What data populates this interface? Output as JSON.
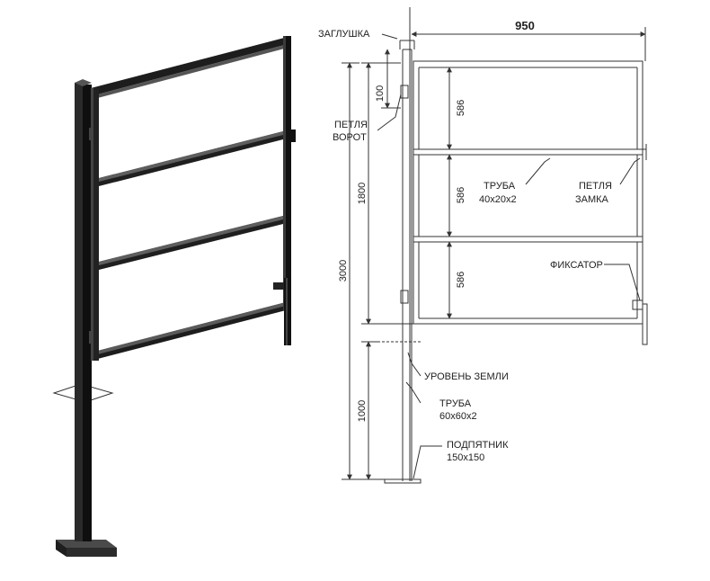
{
  "labels": {
    "zaglushka": "ЗАГЛУШКА",
    "petlya_vorot_1": "ПЕТЛЯ",
    "petlya_vorot_2": "ВОРОТ",
    "truba_small_1": "ТРУБА",
    "truba_small_2": "40x20x2",
    "petlya_zamka_1": "ПЕТЛЯ",
    "petlya_zamka_2": "ЗАМКА",
    "fiksator": "ФИКСАТОР",
    "uroven_zemli": "УРОВЕНЬ ЗЕМЛИ",
    "truba_big_1": "ТРУБА",
    "truba_big_2": "60x60x2",
    "podpyatnik_1": "ПОДПЯТНИК",
    "podpyatnik_2": "150x150"
  },
  "dimensions": {
    "width": "950",
    "total_height": "3000",
    "top_offset": "100",
    "above_ground": "1800",
    "section_1": "586",
    "section_2": "586",
    "section_3": "586",
    "below_ground": "1000"
  },
  "colors": {
    "line": "#333333",
    "steel_dark": "#1a1a1a",
    "steel_mid": "#3a3a3a",
    "steel_light": "#6a6a6a"
  }
}
